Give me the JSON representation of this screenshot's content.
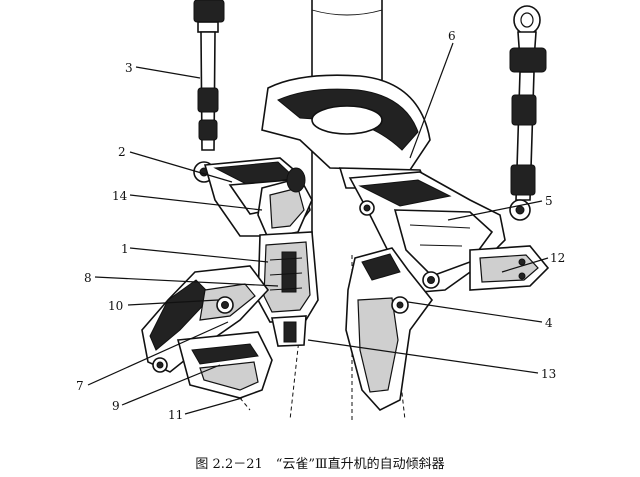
{
  "labels": {
    "l1": "1",
    "l2": "2",
    "l3": "3",
    "l4": "4",
    "l5": "5",
    "l6": "6",
    "l7": "7",
    "l8": "8",
    "l9": "9",
    "l10": "10",
    "l11": "11",
    "l12": "12",
    "l13": "13",
    "l14": "14"
  },
  "caption": "图 2.2－21　“云雀”Ⅲ直升机的自动倾斜器"
}
